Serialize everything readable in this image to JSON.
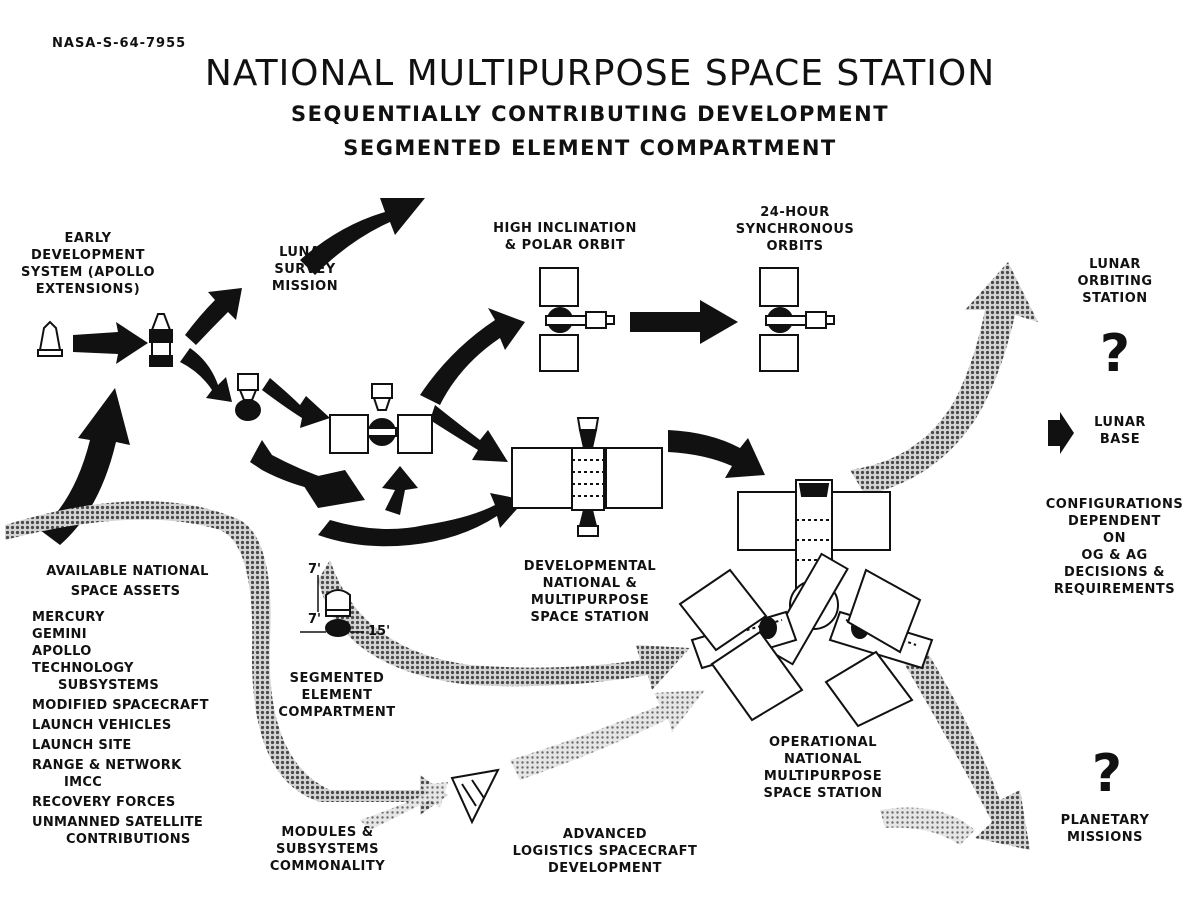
{
  "header": {
    "doc_id": "NASA-S-64-7955",
    "title": "NATIONAL MULTIPURPOSE SPACE STATION",
    "subtitle_1": "SEQUENTIALLY CONTRIBUTING DEVELOPMENT",
    "subtitle_2": "SEGMENTED ELEMENT COMPARTMENT"
  },
  "labels": {
    "early_dev": [
      "EARLY",
      "DEVELOPMENT",
      "SYSTEM (APOLLO",
      "EXTENSIONS)"
    ],
    "lunar_survey": [
      "LUNAR",
      "SURVEY",
      "MISSION"
    ],
    "high_inclination": [
      "HIGH INCLINATION",
      "& POLAR ORBIT"
    ],
    "synchronous": [
      "24-HOUR",
      "SYNCHRONOUS",
      "ORBITS"
    ],
    "lunar_orbiting": [
      "LUNAR",
      "ORBITING",
      "STATION"
    ],
    "lunar_base": [
      "LUNAR",
      "BASE"
    ],
    "configurations": [
      "CONFIGURATIONS",
      "DEPENDENT",
      "ON",
      "OG & AG",
      "DECISIONS &",
      "REQUIREMENTS"
    ],
    "developmental": [
      "DEVELOPMENTAL",
      "NATIONAL &",
      "MULTIPURPOSE",
      "SPACE STATION"
    ],
    "segmented": [
      "SEGMENTED",
      "ELEMENT",
      "COMPARTMENT"
    ],
    "operational": [
      "OPERATIONAL",
      "NATIONAL",
      "MULTIPURPOSE",
      "SPACE STATION"
    ],
    "planetary": [
      "PLANETARY",
      "MISSIONS"
    ],
    "modules": [
      "MODULES &",
      "SUBSYSTEMS",
      "COMMONALITY"
    ],
    "advanced_logistics": [
      "ADVANCED",
      "LOGISTICS SPACECRAFT",
      "DEVELOPMENT"
    ],
    "question_mark": "?"
  },
  "assets": {
    "heading": [
      "AVAILABLE NATIONAL",
      "SPACE ASSETS"
    ],
    "items": [
      "MERCURY",
      "GEMINI",
      "APOLLO",
      "TECHNOLOGY",
      "SUBSYSTEMS",
      "MODIFIED SPACECRAFT",
      "LAUNCH VEHICLES",
      "LAUNCH SITE",
      "RANGE & NETWORK",
      "IMCC",
      "RECOVERY FORCES",
      "UNMANNED SATELLITE",
      "CONTRIBUTIONS"
    ]
  },
  "dimensions": {
    "height": "7'",
    "inner": "7'",
    "diameter": "15'"
  },
  "colors": {
    "ink": "#111111",
    "background": "#ffffff",
    "halftone": "#6e6e6e"
  }
}
